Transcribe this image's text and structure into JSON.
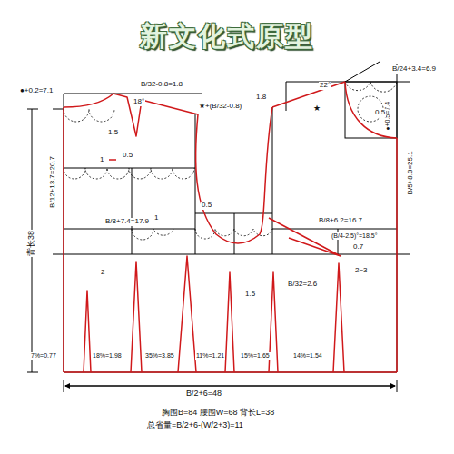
{
  "diagram": {
    "title": "新文化式原型",
    "labels": [
      "●+0.2=7.1",
      "18°",
      "1.5",
      "★+(B/32-0.8)",
      "B/32-0.8=1.8",
      "1.8",
      "22°",
      "★",
      "B/24+3.4=6.9",
      "●+0.5=7.4",
      "0.5",
      "B/5+8.3=25.1",
      "B/12+13.7=20.7",
      "背长38",
      "1",
      "0.5",
      "1",
      "0.5",
      "B/8+7.4=17.9",
      "B/8+6.2=16.7",
      "(B/4-2.5)°=18.5°",
      "0.7",
      "2~3",
      "2",
      "1.5",
      "B/32=2.6",
      "7%=0.77",
      "18%=1.98",
      "35%=3.85",
      "11%=1.21",
      "15%=1.65",
      "14%=1.54",
      "B/2+6=48",
      "胸围B=84 腰围W=68 背长L=38",
      "总省量=B/2+6-(W/2+3)=11"
    ]
  }
}
